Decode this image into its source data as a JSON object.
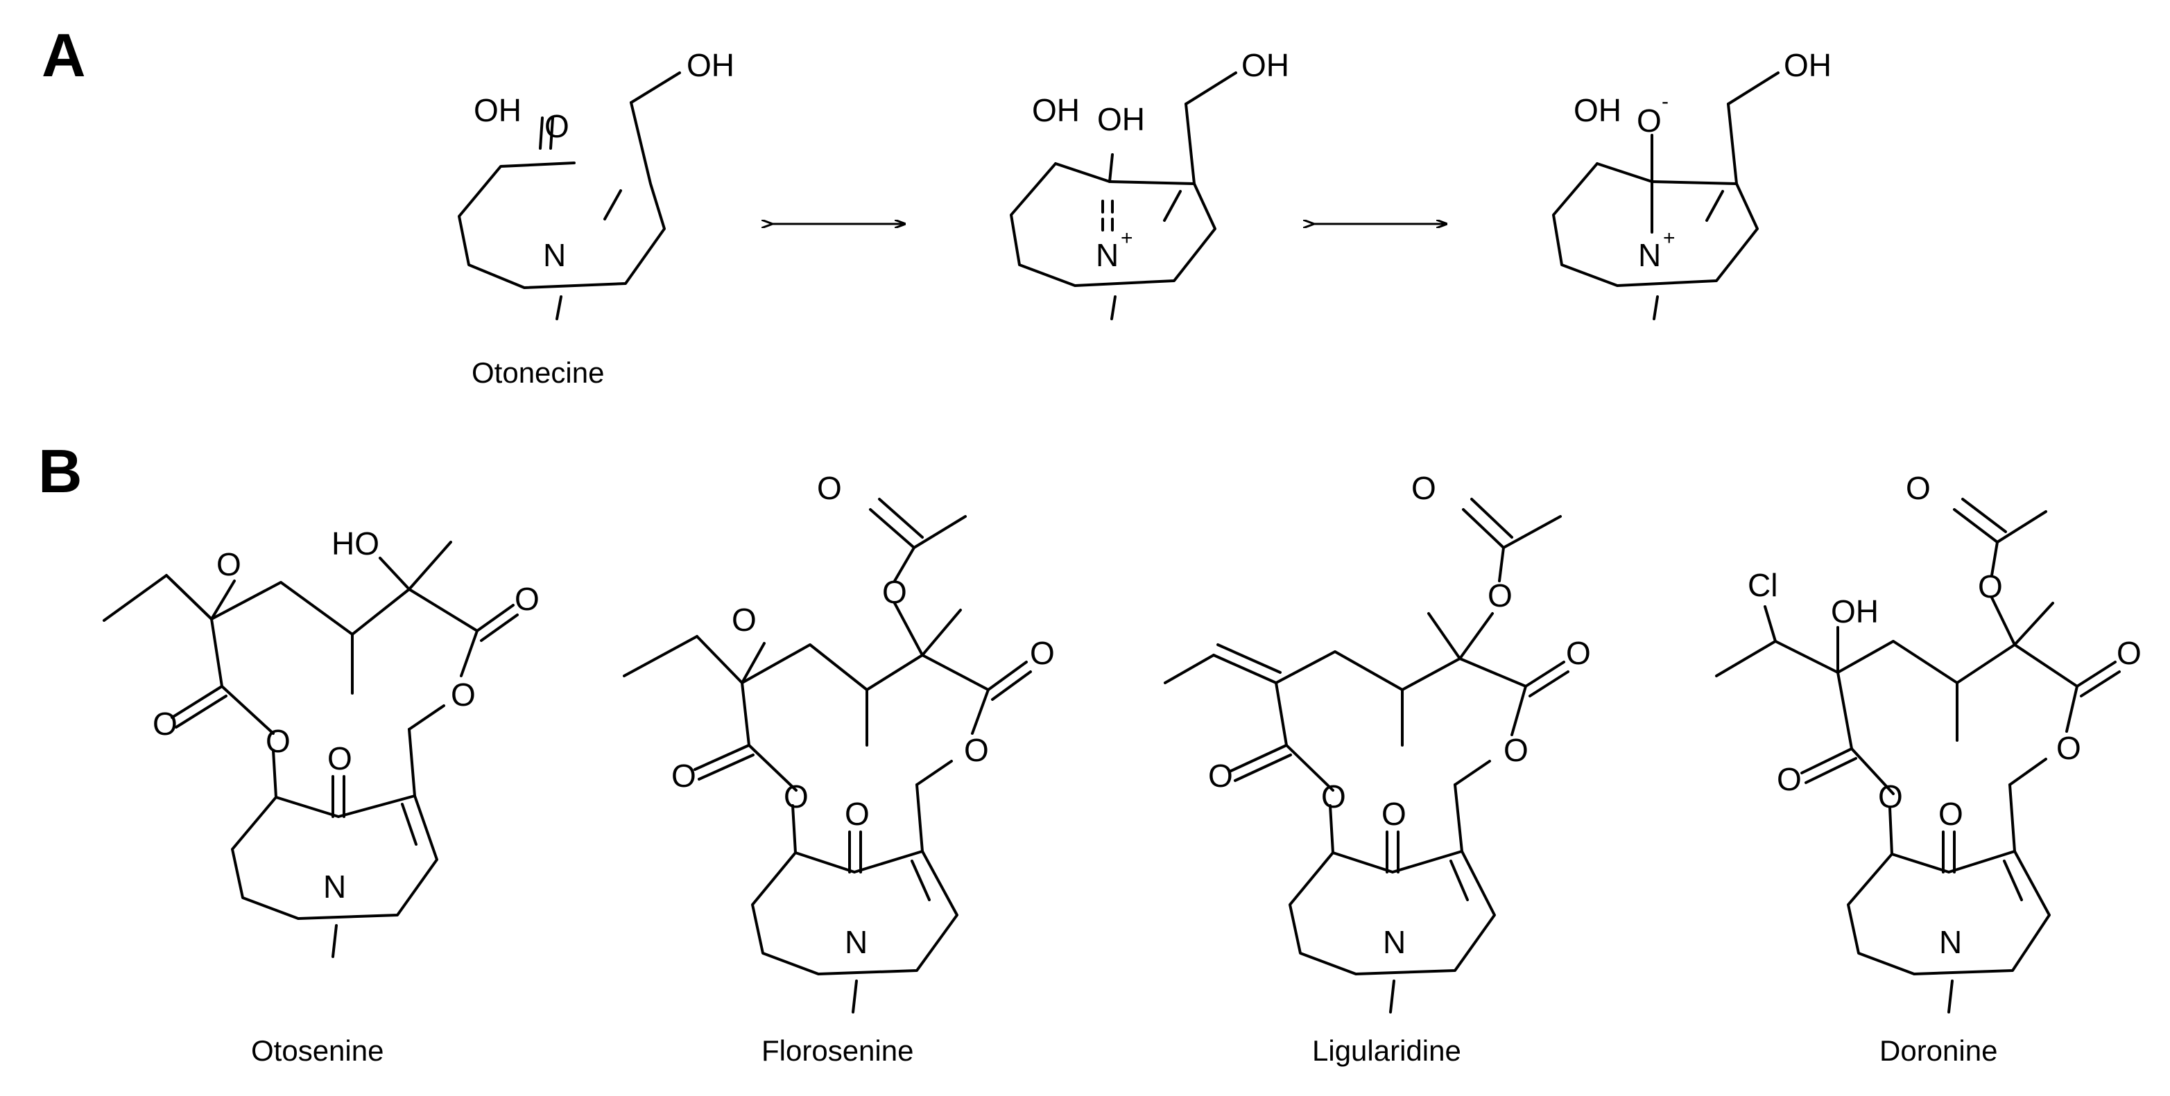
{
  "panels": {
    "a": "A",
    "b": "B"
  },
  "compound_names": {
    "otonecine": "Otonecine",
    "otosenine": "Otosenine",
    "florosenine": "Florosenine",
    "ligularidine": "Ligularidine",
    "doronine": "Doronine"
  },
  "atoms": {
    "oh": "OH",
    "ho": "HO",
    "o": "O",
    "n": "N",
    "cl": "Cl",
    "o_minus": "O",
    "plus": "+",
    "minus": "-"
  }
}
